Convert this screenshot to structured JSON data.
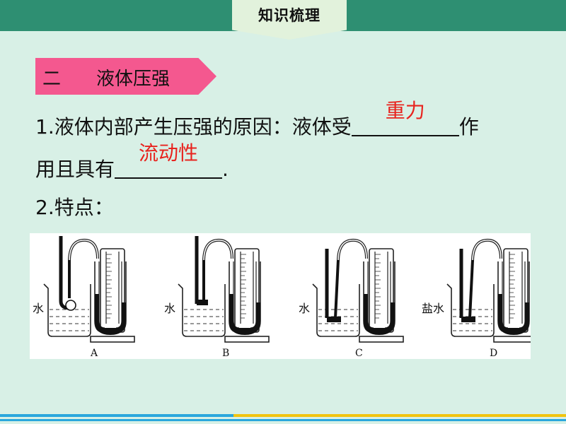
{
  "header": {
    "tab_label": "知识梳理"
  },
  "section": {
    "number": "二",
    "title": "液体压强"
  },
  "point1": {
    "line1_prefix": "1.液体内部产生压强的原因：液体受",
    "answer1": "重力",
    "line1_suffix": "作",
    "line2_prefix": "用且具有",
    "answer2": "流动性",
    "line2_suffix": "."
  },
  "point2": {
    "label": "2.特点："
  },
  "figure": {
    "panels": [
      {
        "letter": "A",
        "liquid": "水"
      },
      {
        "letter": "B",
        "liquid": "水"
      },
      {
        "letter": "C",
        "liquid": "水"
      },
      {
        "letter": "D",
        "liquid": "盐水"
      }
    ]
  },
  "colors": {
    "header_bar": "#2e8f72",
    "background": "#d8f0e6",
    "section_tag": "#f4588f",
    "answer_text": "#e8231e"
  }
}
